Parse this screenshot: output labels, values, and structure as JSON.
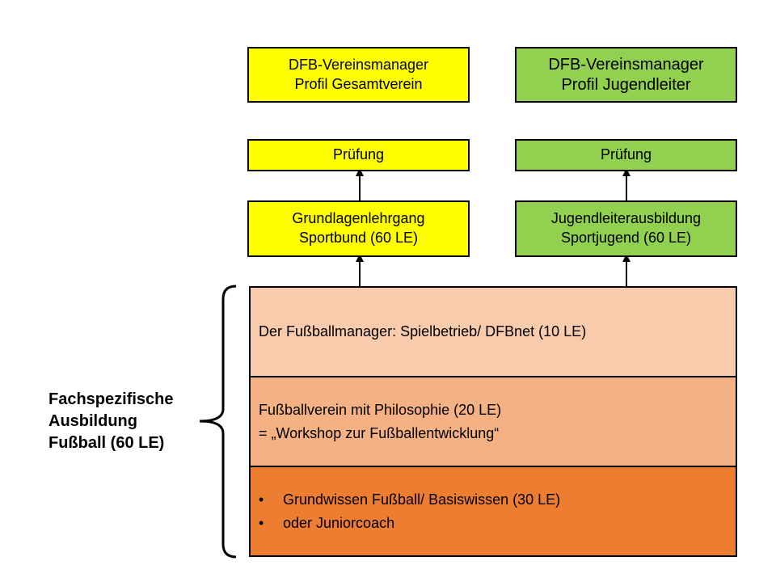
{
  "top_boxes": {
    "left": {
      "line1": "DFB-Vereinsmanager",
      "line2": "Profil Gesamtverein",
      "color": "#ffff00"
    },
    "right": {
      "line1": "DFB-Vereinsmanager",
      "line2": "Profil Jugendleiter",
      "color": "#92d050"
    }
  },
  "exam_boxes": {
    "left": "Prüfung",
    "right": "Prüfung"
  },
  "course_boxes": {
    "left": {
      "line1": "Grundlagenlehrgang",
      "line2": "Sportbund (60 LE)"
    },
    "right": {
      "line1": "Jugendleiterausbildung",
      "line2": "Sportjugend (60 LE)"
    }
  },
  "layers": {
    "top": {
      "text": "Der Fußballmanager: Spielbetrieb/ DFBnet (10 LE)",
      "color": "#f8cbad"
    },
    "middle": {
      "line1": "Fußballverein mit Philosophie (20 LE)",
      "line2": "= „Workshop zur Fußballentwicklung“",
      "color": "#f4b183"
    },
    "bottom": {
      "items": [
        "Grundwissen Fußball/ Basiswissen (30 LE)",
        "oder Juniorcoach"
      ],
      "bullet": "•",
      "color": "#ed7d31"
    }
  },
  "side_label": {
    "line1": "Fachspezifische",
    "line2": "Ausbildung",
    "line3": "Fußball (60 LE)"
  }
}
